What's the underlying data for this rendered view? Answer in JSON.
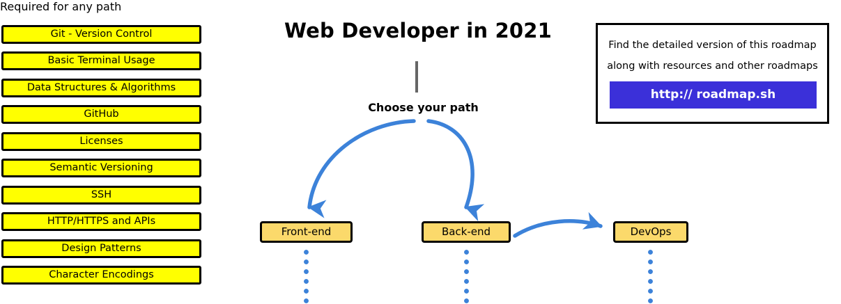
{
  "colors": {
    "required_box_fill": "#FFFF00",
    "path_node_fill": "#FBD96B",
    "arrow_blue": "#3C82D9",
    "url_button_bg": "#3B30D9",
    "stem_gray": "#666666",
    "border_black": "#000000"
  },
  "required_section": {
    "heading": "Required for any path",
    "items": [
      {
        "label": "Git - Version Control"
      },
      {
        "label": "Basic Terminal Usage"
      },
      {
        "label": "Data Structures & Algorithms"
      },
      {
        "label": "GitHub"
      },
      {
        "label": "Licenses"
      },
      {
        "label": "Semantic Versioning"
      },
      {
        "label": "SSH"
      },
      {
        "label": "HTTP/HTTPS and APIs"
      },
      {
        "label": "Design Patterns"
      },
      {
        "label": "Character Encodings"
      }
    ]
  },
  "roadmap": {
    "title": "Web Developer in 2021",
    "choose_path_label": "Choose your path",
    "paths": [
      {
        "label": "Front-end"
      },
      {
        "label": "Back-end"
      },
      {
        "label": "DevOps"
      }
    ]
  },
  "info_card": {
    "line1": "Find the detailed version of this roadmap",
    "line2": "along with resources and other roadmaps",
    "url_label": "http:// roadmap.sh"
  }
}
